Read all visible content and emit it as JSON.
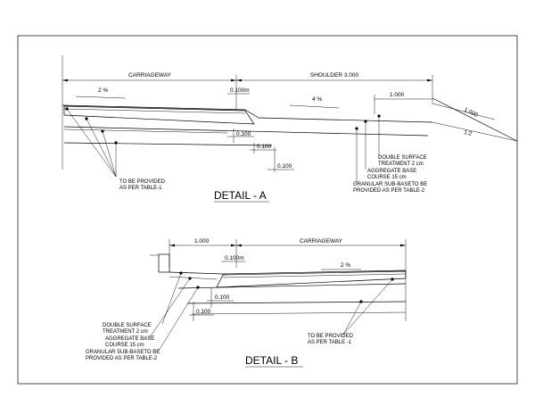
{
  "detail_a": {
    "title": "DETAIL - A",
    "dims": {
      "carriageway": "CARRIAGEWAY",
      "shoulder": "SHOULDER 3.000",
      "slope_carriageway": "2 %",
      "slope_shoulder": "4 %",
      "layer_top": "0.100m",
      "layer_1": "0.100",
      "layer_2": "0.100",
      "layer_3": "0.100",
      "shoulder_part": "1.000",
      "side_slope_1": "1.000",
      "side_slope_2": "1:2"
    },
    "note_left": [
      "TO BE PROVIDED",
      "AS PER TABLE-1"
    ],
    "note_right": [
      "DOUBLE SURFACE",
      "TREATMENT 2 cm",
      "AGGREGATE BASE",
      "COURSE 15 cm",
      "GRANULAR SUB-BASETO BE",
      "PROVIDED AS PER TABLE-2"
    ]
  },
  "detail_b": {
    "title": "DETAIL - B",
    "dims": {
      "shoulder_part": "1.000",
      "carriageway": "CARRIAGEWAY",
      "slope": "2 %",
      "layer_top": "0.100m",
      "layer_1": "0.100",
      "layer_2": "0.100"
    },
    "note_left": [
      "DOUBLE SURFACE",
      "TREATMENT 2 cm",
      "AGGREGATE BASE",
      "COURSE 15 cm",
      "GRANULAR SUB-BASETO BE",
      "PROVIDED AS PER TABLE-2"
    ],
    "note_right": [
      "TO BE PROVIDED",
      "AS PER TABLE -1"
    ]
  }
}
